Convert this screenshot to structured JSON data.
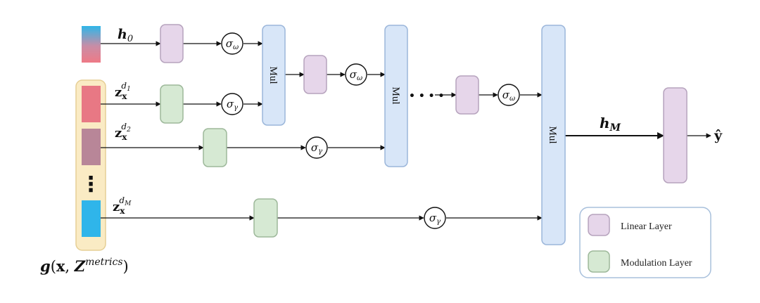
{
  "inputs": {
    "h0_label": "h",
    "h0_sub": "0",
    "z_label": "z",
    "z_sub_x": "x",
    "z1_sup": "d",
    "z1_supsub": "1",
    "z2_sup": "d",
    "z2_supsub": "2",
    "zM_sup": "d",
    "zM_supsub": "M",
    "ellipsis": "⋮"
  },
  "embedding": {
    "label_g": "g",
    "label_open": "(",
    "label_x": "x",
    "label_comma": ", ",
    "label_Z": "Z",
    "label_sup": "metrics",
    "label_close": ")"
  },
  "activations": {
    "omega": "σ",
    "omega_sub": "ω",
    "gamma": "σ",
    "gamma_sub": "γ"
  },
  "blocks": {
    "mul": "Mul",
    "dots": "• • • •"
  },
  "output": {
    "hM_label": "h",
    "hM_sub": "M",
    "yhat": "ŷ"
  },
  "legend": {
    "linear": "Linear Layer",
    "modulation": "Modulation Layer"
  },
  "colors": {
    "linear_fill": "#E6D6EA",
    "linear_stroke": "#B6A3BD",
    "mod_fill": "#D6E9D3",
    "mod_stroke": "#9DB89A",
    "mul_fill": "#D8E6F8",
    "mul_stroke": "#9BB6DA",
    "embed_fill": "#FAEBC4",
    "embed_stroke": "#E6CF95",
    "legend_stroke": "#A8C0DC"
  }
}
